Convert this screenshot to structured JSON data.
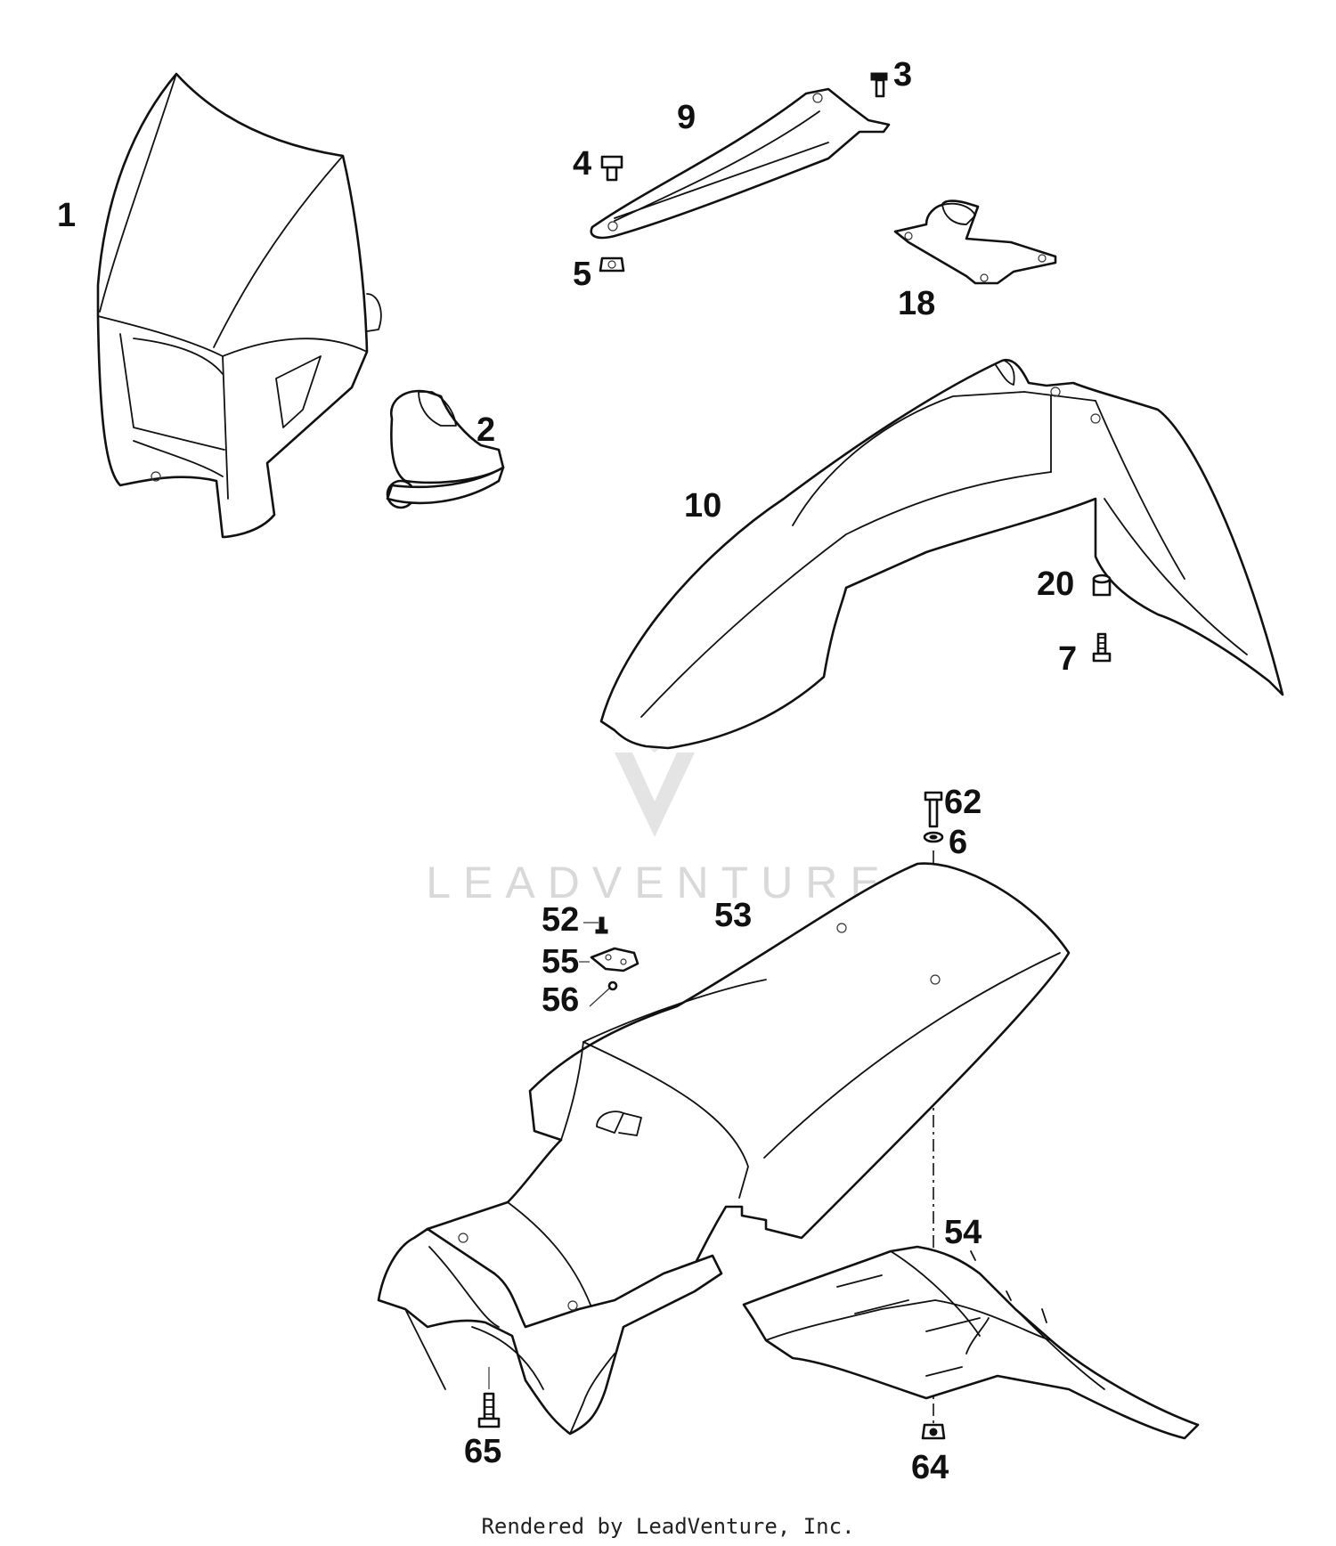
{
  "callouts": {
    "c1": "1",
    "c2": "2",
    "c3": "3",
    "c4": "4",
    "c5": "5",
    "c6": "6",
    "c7": "7",
    "c9": "9",
    "c10": "10",
    "c18": "18",
    "c20": "20",
    "c52": "52",
    "c53": "53",
    "c54": "54",
    "c55": "55",
    "c56": "56",
    "c62": "62",
    "c64": "64",
    "c65": "65"
  },
  "watermark": {
    "text": "LEADVENTURE"
  },
  "footer": {
    "text": "Rendered by LeadVenture, Inc."
  }
}
